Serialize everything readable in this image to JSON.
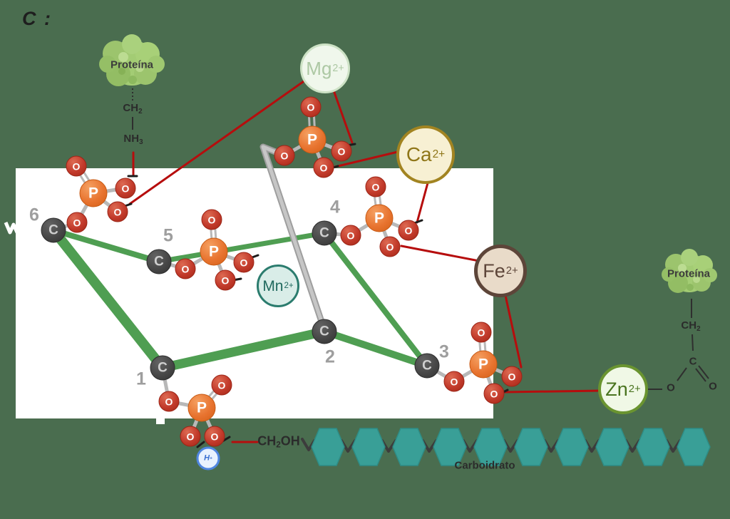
{
  "title": "C :",
  "colors": {
    "background": "#4a6d4f",
    "canvas": "#ffffff",
    "coordination_line_red": "#b60d0d",
    "ring_bond_green": "#4f9e52",
    "bond_gray": "#b8b8b8",
    "phosphorus_orange": "#e87430",
    "oxygen_red": "#c23a2b",
    "carbon_gray": "#454545",
    "hexagon_teal": "#399f97"
  },
  "proteins": {
    "left": {
      "label": "Proteína",
      "ch2": {
        "base": "CH",
        "sub": "2"
      },
      "nh3": {
        "base": "NH",
        "sub": "3"
      }
    },
    "right": {
      "label": "Proteína",
      "ch2": {
        "base": "CH",
        "sub": "2"
      },
      "carboxyl_carbon": "C",
      "carboxyl_oxygen_single": "O",
      "carboxyl_oxygen_double": "O"
    }
  },
  "ions": {
    "mg": {
      "symbol": "Mg",
      "charge": "2+"
    },
    "ca": {
      "symbol": "Ca",
      "charge": "2+"
    },
    "mn": {
      "symbol": "Mn",
      "charge": "2+"
    },
    "fe": {
      "symbol": "Fe",
      "charge": "2+"
    },
    "zn": {
      "symbol": "Zn",
      "charge": "2+"
    }
  },
  "atoms": {
    "phosphorus": "P",
    "oxygen": "O",
    "carbon": "C"
  },
  "proton": {
    "base": "H",
    "sup": "+"
  },
  "ring_numbers": [
    "1",
    "2",
    "3",
    "4",
    "5",
    "6"
  ],
  "carbohydrate": {
    "label": "Carboidrato",
    "formula": {
      "base": "CH",
      "sub": "2",
      "tail": "OH"
    },
    "units": 10
  }
}
